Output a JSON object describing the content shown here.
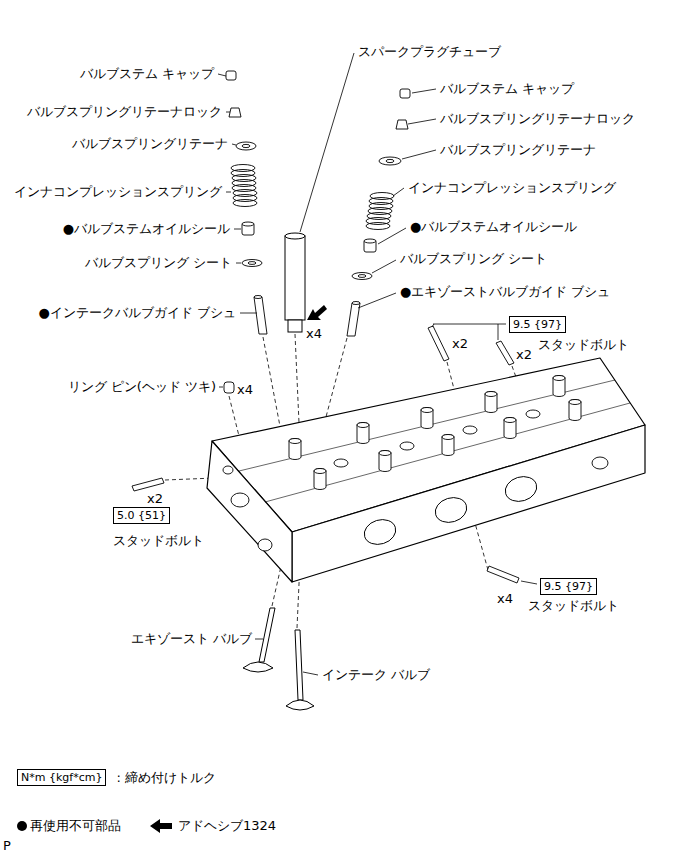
{
  "diagram": {
    "nodes": [
      {
        "text": [
          "9.5 {97}"
        ]
      },
      {
        "text": [
          "5.0 {51}"
        ]
      },
      {
        "text": [
          "9.5 {97}"
        ]
      },
      {
        "text": [
          "N*m {kgf*cm}"
        ]
      }
    ],
    "labels": [
      "スパークプラグチューブ",
      "バルブステム キャップ",
      "バルブステム キャップ",
      "バルブスプリングリテーナロック",
      "バルブスプリングリテーナロック",
      "バルブスプリングリテーナ",
      "バルブスプリングリテーナ",
      "インナコンプレッションスプリング",
      "インナコンプレッションスプリング",
      "●バルブステムオイルシール",
      "●バルブステムオイルシール",
      "バルブスプリング シート",
      "バルブスプリング シート",
      "●エキゾーストバルブガイド ブシュ",
      "●インテークバルブガイド ブシュ",
      "x4",
      "x2",
      "スタッドボルト",
      "x2",
      "リング ピン(ヘッド ツキ)",
      "x4",
      "x2",
      "スタッドボルト",
      "x4",
      "スタッドボルト",
      "エキゾースト バルブ",
      "インテーク バルブ",
      "P"
    ],
    "legend": [
      {
        "text": ": 締め付けトルク"
      },
      {
        "text": "再使用不可部品"
      },
      {
        "text": "アドヘシブ1324"
      }
    ]
  }
}
